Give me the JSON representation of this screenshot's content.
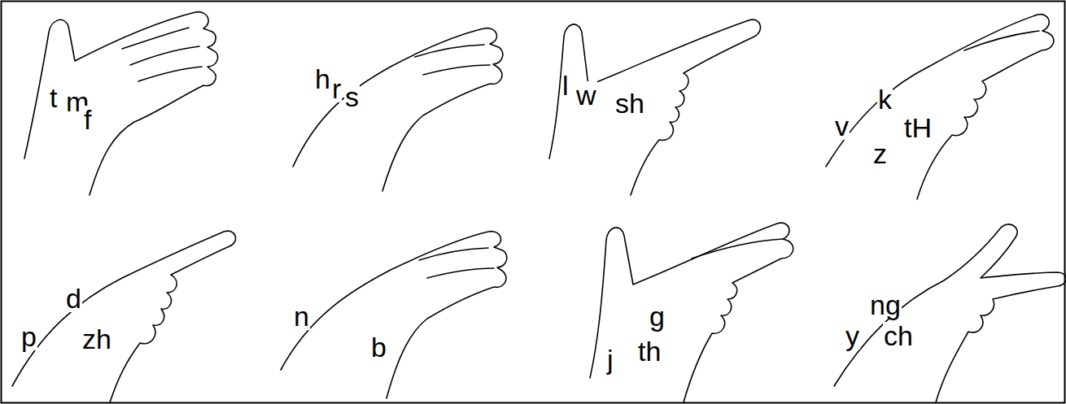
{
  "diagram": {
    "labels": [
      "t",
      "m",
      "f",
      "h",
      "r",
      "s",
      "l",
      "w",
      "sh",
      "v",
      "k",
      "z",
      "tH",
      "p",
      "d",
      "zh",
      "n",
      "b",
      "g",
      "j",
      "th",
      "ng",
      "y",
      "ch"
    ]
  }
}
